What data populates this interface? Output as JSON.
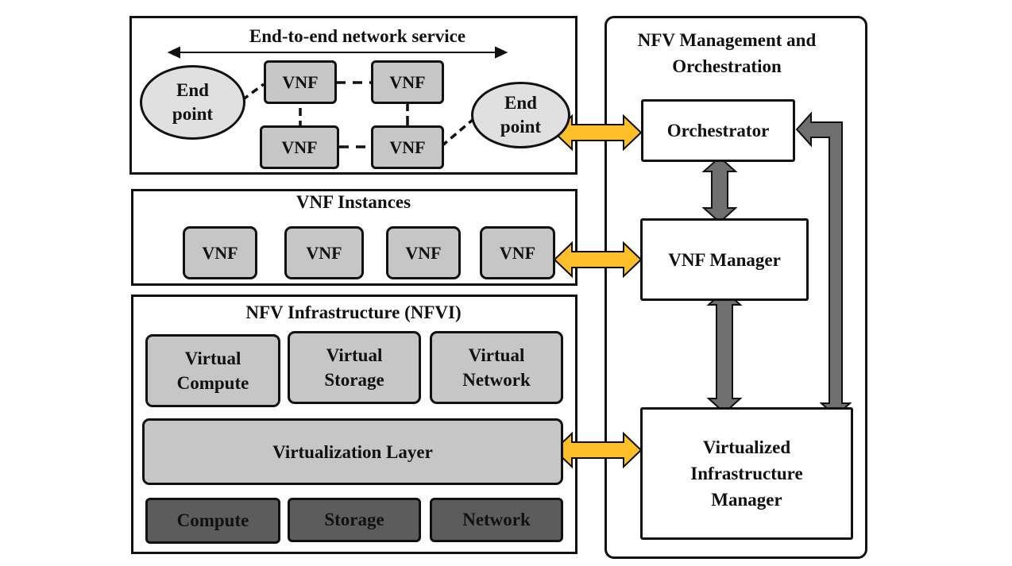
{
  "service": {
    "title": "End-to-end network service",
    "endpoint_left": "End point",
    "endpoint_right": "End point",
    "vnf_labels": [
      "VNF",
      "VNF",
      "VNF",
      "VNF"
    ]
  },
  "instances": {
    "title": "VNF Instances",
    "vnf_labels": [
      "VNF",
      "VNF",
      "VNF",
      "VNF"
    ]
  },
  "nfvi": {
    "title": "NFV Infrastructure (NFVI)",
    "virtual_compute": "Virtual Compute",
    "virtual_storage": "Virtual Storage",
    "virtual_network": "Virtual Network",
    "virtualization_layer": "Virtualization Layer",
    "compute": "Compute",
    "storage": "Storage",
    "network": "Network"
  },
  "mano": {
    "title": "NFV Management and Orchestration",
    "orchestrator": "Orchestrator",
    "vnf_manager": "VNF Manager",
    "vim": "Virtualized Infrastructure Manager"
  },
  "colors": {
    "interface_arrow": "#fcbf2a",
    "internal_arrow": "#6f6f6f",
    "vnf_fill": "#c6c6c6",
    "hardware_fill": "#5c5c5c",
    "endpoint_fill": "#e0e0e0"
  }
}
